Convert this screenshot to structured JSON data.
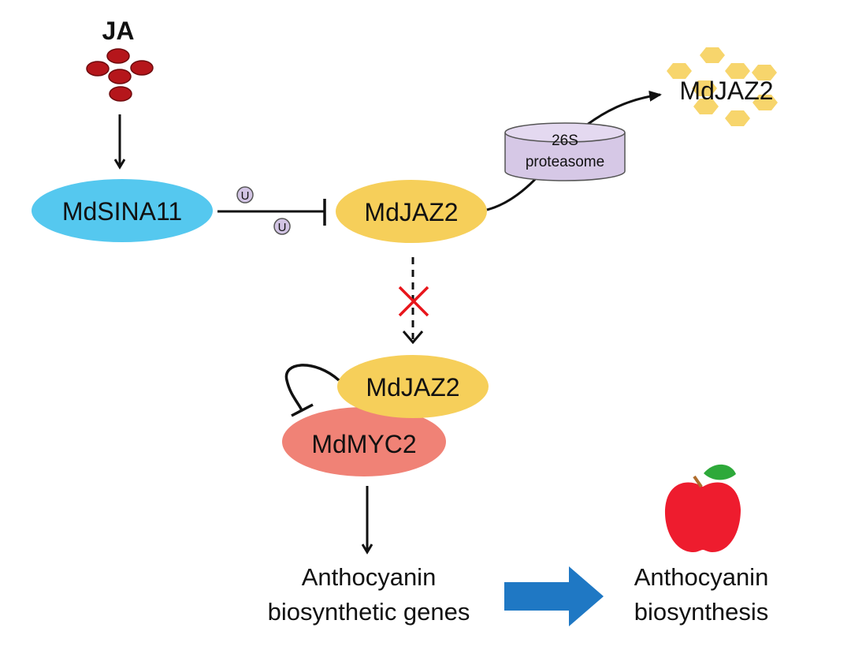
{
  "ja_label": "JA",
  "nodes": {
    "sina11": "MdSINA11",
    "jaz2_main": "MdJAZ2",
    "jaz2_degraded": "MdJAZ2",
    "jaz2_bound": "MdJAZ2",
    "myc2": "MdMYC2"
  },
  "ubiquitin_symbol": "U",
  "proteasome": {
    "line1": "26S",
    "line2": "proteasome"
  },
  "genes": {
    "line1": "Anthocyanin",
    "line2": "biosynthetic genes"
  },
  "outcome": {
    "line1": "Anthocyanin",
    "line2": "biosynthesis"
  },
  "colors": {
    "sina11": "#55c8ef",
    "jaz2": "#f6cf5a",
    "myc2": "#f08276",
    "ja_dot": "#b5161b",
    "fragment": "#f7d56c",
    "proteasome": "#d6c8e6",
    "ubiquitin": "#d2c4e4",
    "block_x": "#e8151b",
    "big_arrow": "#1f78c4",
    "apple": "#ee1c2e",
    "leaf": "#2ea93a"
  },
  "icons": [
    "ja-molecules",
    "ubiquitin-icon",
    "proteasome-cylinder",
    "peptide-fragments",
    "block-cross-icon",
    "apple-icon"
  ]
}
